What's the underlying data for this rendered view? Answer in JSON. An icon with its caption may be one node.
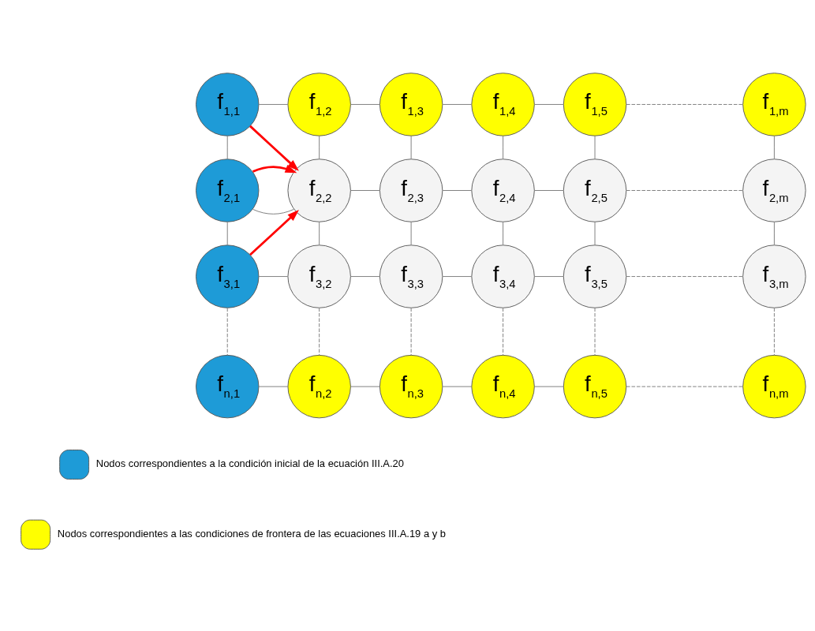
{
  "diagram": {
    "nodes": [
      {
        "text": [
          "f$_{1,1}$"
        ]
      },
      {
        "text": [
          "f$_{1,2}$"
        ]
      },
      {
        "text": [
          "f$_{1,3}$"
        ]
      },
      {
        "text": [
          "f$_{1,4}$"
        ]
      },
      {
        "text": [
          "f$_{1,5}$"
        ]
      },
      {
        "text": [
          "f$_{1,m}$"
        ]
      },
      {
        "text": [
          "f$_{2,1}$"
        ]
      },
      {
        "text": [
          "f$_{2,2}$"
        ]
      },
      {
        "text": [
          "f$_{2,3}$"
        ]
      },
      {
        "text": [
          "f$_{2,4}$"
        ]
      },
      {
        "text": [
          "f$_{2,5}$"
        ]
      },
      {
        "text": [
          "f$_{2,m}$"
        ]
      },
      {
        "text": [
          "f$_{3,1}$"
        ]
      },
      {
        "text": [
          "f$_{3,2}$"
        ]
      },
      {
        "text": [
          "f$_{3,3}$"
        ]
      },
      {
        "text": [
          "f$_{3,4}$"
        ]
      },
      {
        "text": [
          "f$_{3,5}$"
        ]
      },
      {
        "text": [
          "f$_{3,m}$"
        ]
      },
      {
        "text": [
          "f$_{n,1}$"
        ]
      },
      {
        "text": [
          "f$_{n,2}$"
        ]
      },
      {
        "text": [
          "f$_{n,3}$"
        ]
      },
      {
        "text": [
          "f$_{n,4}$"
        ]
      },
      {
        "text": [
          "f$_{n,5}$"
        ]
      },
      {
        "text": [
          "f$_{n,m}$"
        ]
      }
    ],
    "edges": [
      {
        "from": 0,
        "to": 1,
        "arrow": "none"
      },
      {
        "from": 1,
        "to": 2,
        "arrow": "none"
      },
      {
        "from": 2,
        "to": 3,
        "arrow": "none"
      },
      {
        "from": 3,
        "to": 4,
        "arrow": "none"
      },
      {
        "from": 4,
        "to": 5,
        "arrow": "none",
        "style": "dashed"
      },
      {
        "from": 6,
        "to": 7,
        "arrow": "none"
      },
      {
        "from": 7,
        "to": 8,
        "arrow": "none"
      },
      {
        "from": 8,
        "to": 9,
        "arrow": "none"
      },
      {
        "from": 9,
        "to": 10,
        "arrow": "none"
      },
      {
        "from": 10,
        "to": 11,
        "arrow": "none",
        "style": "dashed"
      },
      {
        "from": 12,
        "to": 13,
        "arrow": "none"
      },
      {
        "from": 13,
        "to": 14,
        "arrow": "none"
      },
      {
        "from": 14,
        "to": 15,
        "arrow": "none"
      },
      {
        "from": 15,
        "to": 16,
        "arrow": "none"
      },
      {
        "from": 16,
        "to": 17,
        "arrow": "none",
        "style": "dashed"
      },
      {
        "from": 18,
        "to": 19,
        "arrow": "none"
      },
      {
        "from": 19,
        "to": 20,
        "arrow": "none"
      },
      {
        "from": 20,
        "to": 21,
        "arrow": "none"
      },
      {
        "from": 21,
        "to": 22,
        "arrow": "none"
      },
      {
        "from": 22,
        "to": 23,
        "arrow": "none",
        "style": "dashed"
      },
      {
        "from": 0,
        "to": 6,
        "arrow": "none"
      },
      {
        "from": 1,
        "to": 7,
        "arrow": "none"
      },
      {
        "from": 2,
        "to": 8,
        "arrow": "none"
      },
      {
        "from": 3,
        "to": 9,
        "arrow": "none"
      },
      {
        "from": 4,
        "to": 10,
        "arrow": "none"
      },
      {
        "from": 5,
        "to": 11,
        "arrow": "none"
      },
      {
        "from": 6,
        "to": 12,
        "arrow": "none"
      },
      {
        "from": 7,
        "to": 13,
        "arrow": "none"
      },
      {
        "from": 8,
        "to": 14,
        "arrow": "none"
      },
      {
        "from": 9,
        "to": 15,
        "arrow": "none"
      },
      {
        "from": 10,
        "to": 16,
        "arrow": "none"
      },
      {
        "from": 11,
        "to": 17,
        "arrow": "none"
      },
      {
        "from": 12,
        "to": 18,
        "arrow": "none",
        "style": "dashed"
      },
      {
        "from": 13,
        "to": 19,
        "arrow": "none",
        "style": "dashed"
      },
      {
        "from": 14,
        "to": 20,
        "arrow": "none",
        "style": "dashed"
      },
      {
        "from": 15,
        "to": 21,
        "arrow": "none",
        "style": "dashed"
      },
      {
        "from": 16,
        "to": 22,
        "arrow": "none",
        "style": "dashed"
      },
      {
        "from": 17,
        "to": 23,
        "arrow": "none",
        "style": "dashed"
      },
      {
        "from": 0,
        "to": 7,
        "arrow": "to",
        "style": "thick",
        "color": "#ff0000"
      },
      {
        "from": 6,
        "to": 7,
        "arrow": "to",
        "style": "thick",
        "color": "#ff0000"
      },
      {
        "from": 12,
        "to": 7,
        "arrow": "to",
        "style": "thick",
        "color": "#ff0000"
      }
    ],
    "legend": [
      {
        "text": "Nodos correspondientes a la condición inicial de la ecuación III.A.20",
        "color": "#1e9bd7"
      },
      {
        "text": "Nodos correspondientes a las condiciones de frontera de las ecuaciones III.A.19 a y b",
        "color": "#ffff00"
      }
    ]
  }
}
